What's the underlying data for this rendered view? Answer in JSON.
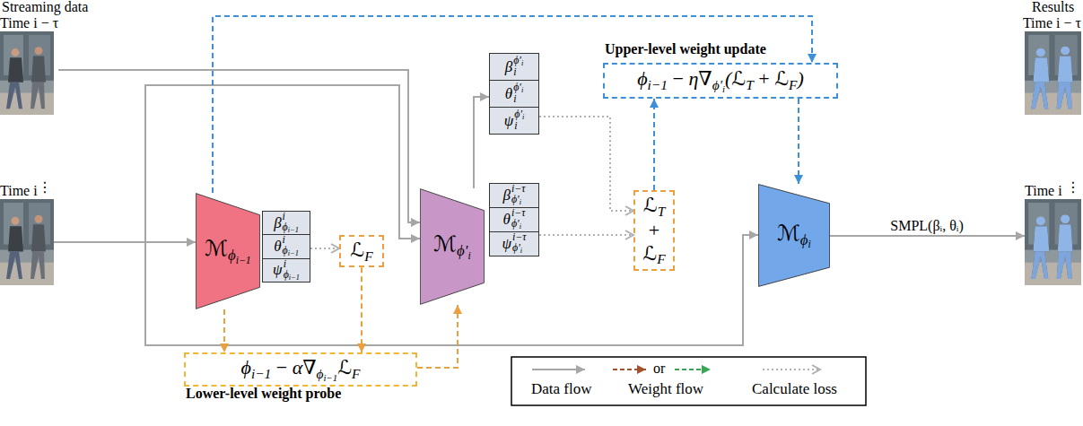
{
  "diagram": {
    "nodes": [
      {
        "text": [
          "Time i − τ"
        ]
      },
      {
        "text": [
          "Time i"
        ]
      },
      {
        "text": [
          "ℳ",
          "ϕ",
          "i−1"
        ]
      },
      {
        "text": [
          "β",
          "i",
          "ϕ",
          "i−1",
          "θ",
          "i",
          "ϕ",
          "i−1",
          "ψ",
          "i",
          "ϕ",
          "i−1"
        ]
      },
      {
        "text": [
          "ℒ",
          "F"
        ]
      },
      {
        "text": [
          "ϕ",
          "i−1",
          "−",
          "α∇",
          "ϕ",
          "i−1",
          "ℒ",
          "F",
          "Lower-level weight probe"
        ]
      },
      {
        "text": [
          "ℳ",
          "ϕ′",
          "i"
        ]
      },
      {
        "text": [
          "β",
          "ϕ′",
          "i",
          "i",
          "θ",
          "ϕ′",
          "i",
          "i",
          "ψ",
          "ϕ′",
          "i",
          "i"
        ]
      },
      {
        "text": [
          "β",
          "i−τ",
          "ϕ′",
          "i",
          "θ",
          "i−τ",
          "ϕ′",
          "i",
          "ψ",
          "i−τ",
          "ϕ′",
          "i"
        ]
      },
      {
        "text": [
          "ℒ",
          "T",
          "+",
          "ℒ",
          "F"
        ]
      },
      {
        "text": [
          "Upper-level weight update",
          "ϕ",
          "i−1",
          "−",
          "η∇",
          "ϕ′",
          "i",
          "(ℒ",
          "T",
          "+",
          "ℒ",
          "F",
          ")"
        ]
      },
      {
        "text": [
          "ℳ",
          "ϕ",
          "i"
        ]
      },
      {
        "text": [
          "Time i − τ"
        ]
      },
      {
        "text": [
          "Time i"
        ]
      }
    ],
    "edges": [
      {
        "from": 0,
        "to": 6,
        "arrow": "to"
      },
      {
        "from": 1,
        "to": 6,
        "arrow": "to"
      },
      {
        "from": 1,
        "to": 2,
        "arrow": "to"
      },
      {
        "from": 1,
        "to": 11,
        "arrow": "to"
      },
      {
        "from": 3,
        "to": 4,
        "arrow": "to"
      },
      {
        "from": 2,
        "to": 5,
        "arrow": "to"
      },
      {
        "from": 4,
        "to": 5,
        "arrow": "to"
      },
      {
        "from": 5,
        "to": 6,
        "arrow": "to"
      },
      {
        "from": 6,
        "to": 7,
        "arrow": "to"
      },
      {
        "from": 7,
        "to": 9,
        "arrow": "to"
      },
      {
        "from": 8,
        "to": 9,
        "arrow": "to"
      },
      {
        "from": 9,
        "to": 10,
        "arrow": "to"
      },
      {
        "from": 2,
        "to": 10,
        "arrow": "to"
      },
      {
        "from": 10,
        "to": 11,
        "arrow": "to"
      },
      {
        "from": 11,
        "to": 13,
        "label": "SMPL(βᵢ, θᵢ)",
        "arrow": "to"
      }
    ],
    "labels": [
      "Streaming data",
      "Results",
      "⋮",
      "⋮",
      "or"
    ],
    "legend": [
      {
        "text": "Data flow"
      },
      {
        "text": "Weight flow"
      },
      {
        "text": "Calculate loss"
      }
    ]
  }
}
